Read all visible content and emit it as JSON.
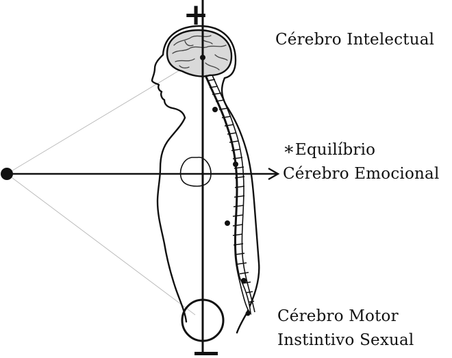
{
  "labels": {
    "intellectual_brain": "Cérebro Intelectual",
    "balance": "Equilíbrio",
    "balance_marker": "∗",
    "emotional_brain": "Cérebro Emocional",
    "motor_brain": "Cérebro Motor",
    "instinctive_sexual": "Instintivo Sexual"
  },
  "poles": {
    "top": "+",
    "bottom": "−"
  },
  "colors": {
    "ink": "#111111",
    "guide_line": "#bbbbbb",
    "brain_fill": "#d9d9d9",
    "background": "#ffffff"
  }
}
